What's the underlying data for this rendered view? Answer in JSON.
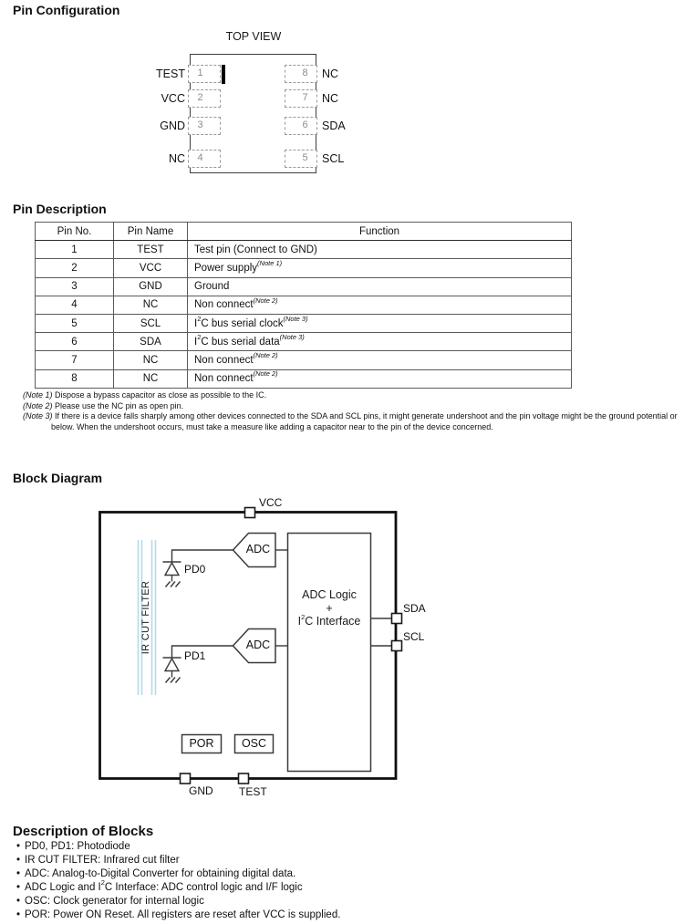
{
  "pin_configuration": {
    "title": "Pin Configuration",
    "top_view_label": "TOP VIEW",
    "left_pins": [
      {
        "number": "1",
        "label": "TEST"
      },
      {
        "number": "2",
        "label": "VCC"
      },
      {
        "number": "3",
        "label": "GND"
      },
      {
        "number": "4",
        "label": "NC"
      }
    ],
    "right_pins": [
      {
        "number": "8",
        "label": "NC"
      },
      {
        "number": "7",
        "label": "NC"
      },
      {
        "number": "6",
        "label": "SDA"
      },
      {
        "number": "5",
        "label": "SCL"
      }
    ]
  },
  "pin_description": {
    "title": "Pin Description",
    "table": {
      "headers": [
        "Pin No.",
        "Pin Name",
        "Function"
      ],
      "rows": [
        {
          "no": "1",
          "name": "TEST",
          "function": "Test pin (Connect to GND)"
        },
        {
          "no": "2",
          "name": "VCC",
          "function": "Power supply^{(Note 1)}"
        },
        {
          "no": "3",
          "name": "GND",
          "function": "Ground"
        },
        {
          "no": "4",
          "name": "NC",
          "function": "Non connect^{(Note 2)}"
        },
        {
          "no": "5",
          "name": "SCL",
          "function": "I^{2}C bus serial clock^{(Note 3)}"
        },
        {
          "no": "6",
          "name": "SDA",
          "function": "I^{2}C bus serial data^{(Note 3)}"
        },
        {
          "no": "7",
          "name": "NC",
          "function": "Non connect^{(Note 2)}"
        },
        {
          "no": "8",
          "name": "NC",
          "function": "Non connect^{(Note 2)}"
        }
      ]
    },
    "notes": [
      {
        "label": "(Note 1)",
        "text": "Dispose a bypass capacitor as close as possible to the IC."
      },
      {
        "label": "(Note 2)",
        "text": "Please use the NC pin as open pin."
      },
      {
        "label": "(Note 3)",
        "text": "If there is a device falls sharply among other devices connected to the SDA and SCL pins, it might generate undershoot and the pin voltage might be the ground potential or below. When the undershoot occurs, must take a measure like adding a capacitor near to the pin of the device concerned."
      }
    ]
  },
  "block_diagram": {
    "title": "Block Diagram",
    "labels": {
      "vcc": "VCC",
      "gnd": "GND",
      "test": "TEST",
      "sda": "SDA",
      "scl": "SCL",
      "pd0": "PD0",
      "pd1": "PD1",
      "adc": "ADC",
      "por": "POR",
      "osc": "OSC",
      "ir_cut_filter": "IR CUT FILTER",
      "logic_line1": "ADC Logic",
      "logic_line2": "+",
      "logic_line3": "I^{2}C Interface"
    },
    "colors": {
      "filter_line": "#b5dbe9",
      "wire": "#3a3a3a",
      "outline": "#0f0f0f"
    }
  },
  "description_of_blocks": {
    "title": "Description of Blocks",
    "bullet_char": "•",
    "items": [
      "PD0, PD1: Photodiode",
      "IR CUT FILTER: Infrared cut filter",
      "ADC: Analog-to-Digital Converter for obtaining digital data.",
      "ADC Logic and I^{2}C Interface: ADC control logic and I/F logic",
      "OSC: Clock generator for internal logic",
      "POR: Power ON Reset. All registers are reset after VCC is supplied."
    ]
  }
}
